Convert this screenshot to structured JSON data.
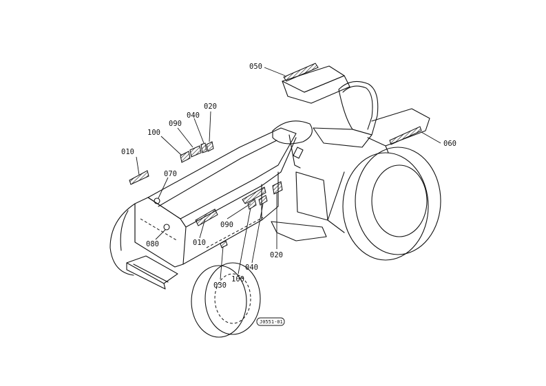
{
  "labels": {
    "p050": "050",
    "p060": "060",
    "p010_top": "010",
    "p100_top": "100",
    "p090_top": "090",
    "p040_top": "040",
    "p020_top": "020",
    "p070": "070",
    "p080": "080",
    "p010_bottom": "010",
    "p090_bottom": "090",
    "p020_bottom": "020",
    "p040_bottom": "040",
    "p100_bottom": "100",
    "p030": "030"
  },
  "figure_code": "J0551-01"
}
